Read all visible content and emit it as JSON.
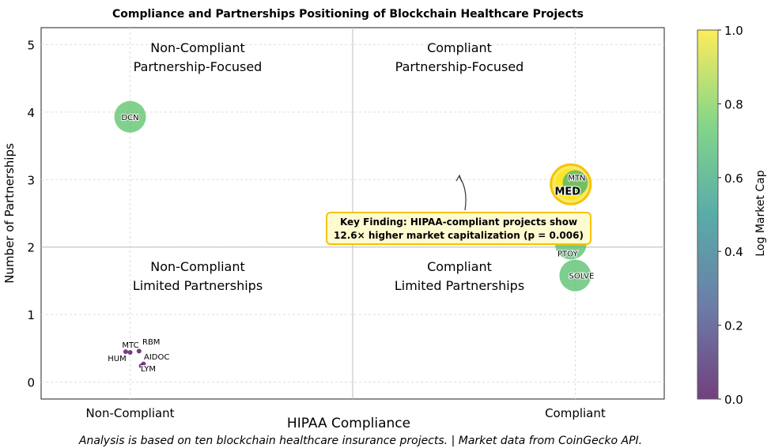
{
  "chart_data": {
    "type": "scatter",
    "title": "Compliance and Partnerships Positioning of Blockchain Healthcare Projects",
    "xlabel": "HIPAA Compliance",
    "ylabel": "Number of Partnerships",
    "xlim": [
      -0.2,
      1.2
    ],
    "ylim": [
      -0.25,
      5.25
    ],
    "xticks": [
      {
        "value": 0,
        "label": "Non-Compliant"
      },
      {
        "value": 1,
        "label": "Compliant"
      }
    ],
    "yticks": [
      0,
      1,
      2,
      3,
      4,
      5
    ],
    "grid": true,
    "quadrant_lines": {
      "x": 0.5,
      "y": 2
    },
    "quadrant_labels": [
      {
        "line1": "Non-Compliant",
        "line2": "Partnership-Focused",
        "x": 0.0,
        "y": 4.6
      },
      {
        "line1": "Compliant",
        "line2": "Partnership-Focused",
        "x": 1.0,
        "y": 4.6
      },
      {
        "line1": "Non-Compliant",
        "line2": "Limited Partnerships",
        "x": 0.0,
        "y": 1.6
      },
      {
        "line1": "Compliant",
        "line2": "Limited Partnerships",
        "x": 1.0,
        "y": 1.6
      }
    ],
    "points": [
      {
        "label": "DCN",
        "x": 0.0,
        "y": 3.93,
        "color_value": 0.72,
        "size": "large"
      },
      {
        "label": "MED",
        "x": 0.99,
        "y": 2.93,
        "color_value": 1.0,
        "size": "large",
        "highlight": true
      },
      {
        "label": "MTN",
        "x": 1.0,
        "y": 2.95,
        "color_value": 0.65,
        "size": "medium"
      },
      {
        "label": "PTOY",
        "x": 0.99,
        "y": 2.05,
        "color_value": 0.7,
        "size": "large"
      },
      {
        "label": "SOLVE",
        "x": 1.0,
        "y": 1.58,
        "color_value": 0.7,
        "size": "large"
      },
      {
        "label": "MTC",
        "x": 0.0,
        "y": 0.44,
        "color_value": 0.0,
        "size": "small"
      },
      {
        "label": "RBM",
        "x": 0.02,
        "y": 0.46,
        "color_value": 0.0,
        "size": "small"
      },
      {
        "label": "HUM",
        "x": -0.01,
        "y": 0.45,
        "color_value": 0.0,
        "size": "small"
      },
      {
        "label": "AIDOC",
        "x": 0.03,
        "y": 0.27,
        "color_value": 0.0,
        "size": "small"
      },
      {
        "label": "LYM",
        "x": 0.025,
        "y": 0.24,
        "color_value": 0.0,
        "size": "small"
      }
    ],
    "annotation": {
      "line1": "Key Finding: HIPAA-compliant projects show",
      "line2": "12.6× higher market capitalization (p = 0.006)",
      "arrow_to": {
        "x": 0.75,
        "y": 3.1
      }
    },
    "colorbar": {
      "label": "Log Market Cap",
      "range": [
        0,
        1
      ],
      "ticks": [
        "0.0",
        "0.2",
        "0.4",
        "0.6",
        "0.8",
        "1.0"
      ],
      "colormap": "viridis"
    },
    "footnote": "Analysis is based on ten blockchain healthcare insurance projects. | Market data from CoinGecko API."
  }
}
